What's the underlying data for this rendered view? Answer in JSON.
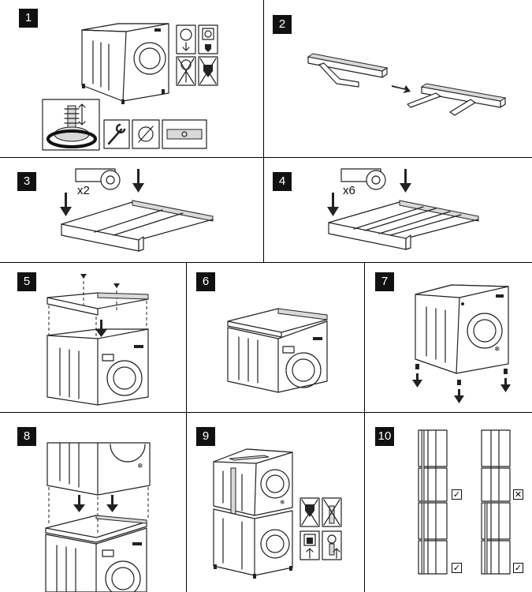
{
  "steps": [
    {
      "number": "1",
      "icons": [
        "washer-machine-icon",
        "unplug-icon",
        "socket-icon",
        "water-tap-off-icon",
        "wrench-icon",
        "level-icon"
      ]
    },
    {
      "number": "2",
      "icons": [
        "bracket-icon"
      ]
    },
    {
      "number": "3",
      "multiplier": "x2",
      "icons": [
        "adhesive-tape-icon",
        "down-arrow-icon"
      ]
    },
    {
      "number": "4",
      "multiplier": "x6",
      "icons": [
        "adhesive-tape-icon",
        "down-arrow-icon"
      ]
    },
    {
      "number": "5",
      "icons": [
        "screw-icon",
        "down-arrow-icon"
      ]
    },
    {
      "number": "6",
      "icons": [
        "washer-machine-icon"
      ]
    },
    {
      "number": "7",
      "icons": [
        "machine-feet-icon",
        "down-arrow-icon"
      ]
    },
    {
      "number": "8",
      "icons": [
        "dryer-icon",
        "down-arrow-icon"
      ]
    },
    {
      "number": "9",
      "icons": [
        "stacked-machines-icon",
        "strap-icon",
        "plug-in-icon",
        "water-tap-on-icon"
      ]
    },
    {
      "number": "10",
      "icons": [
        "stack-ok-icon",
        "stack-wrong-icon"
      ],
      "check_marks": [
        "✓",
        "✕",
        "✓",
        "✓"
      ]
    }
  ]
}
